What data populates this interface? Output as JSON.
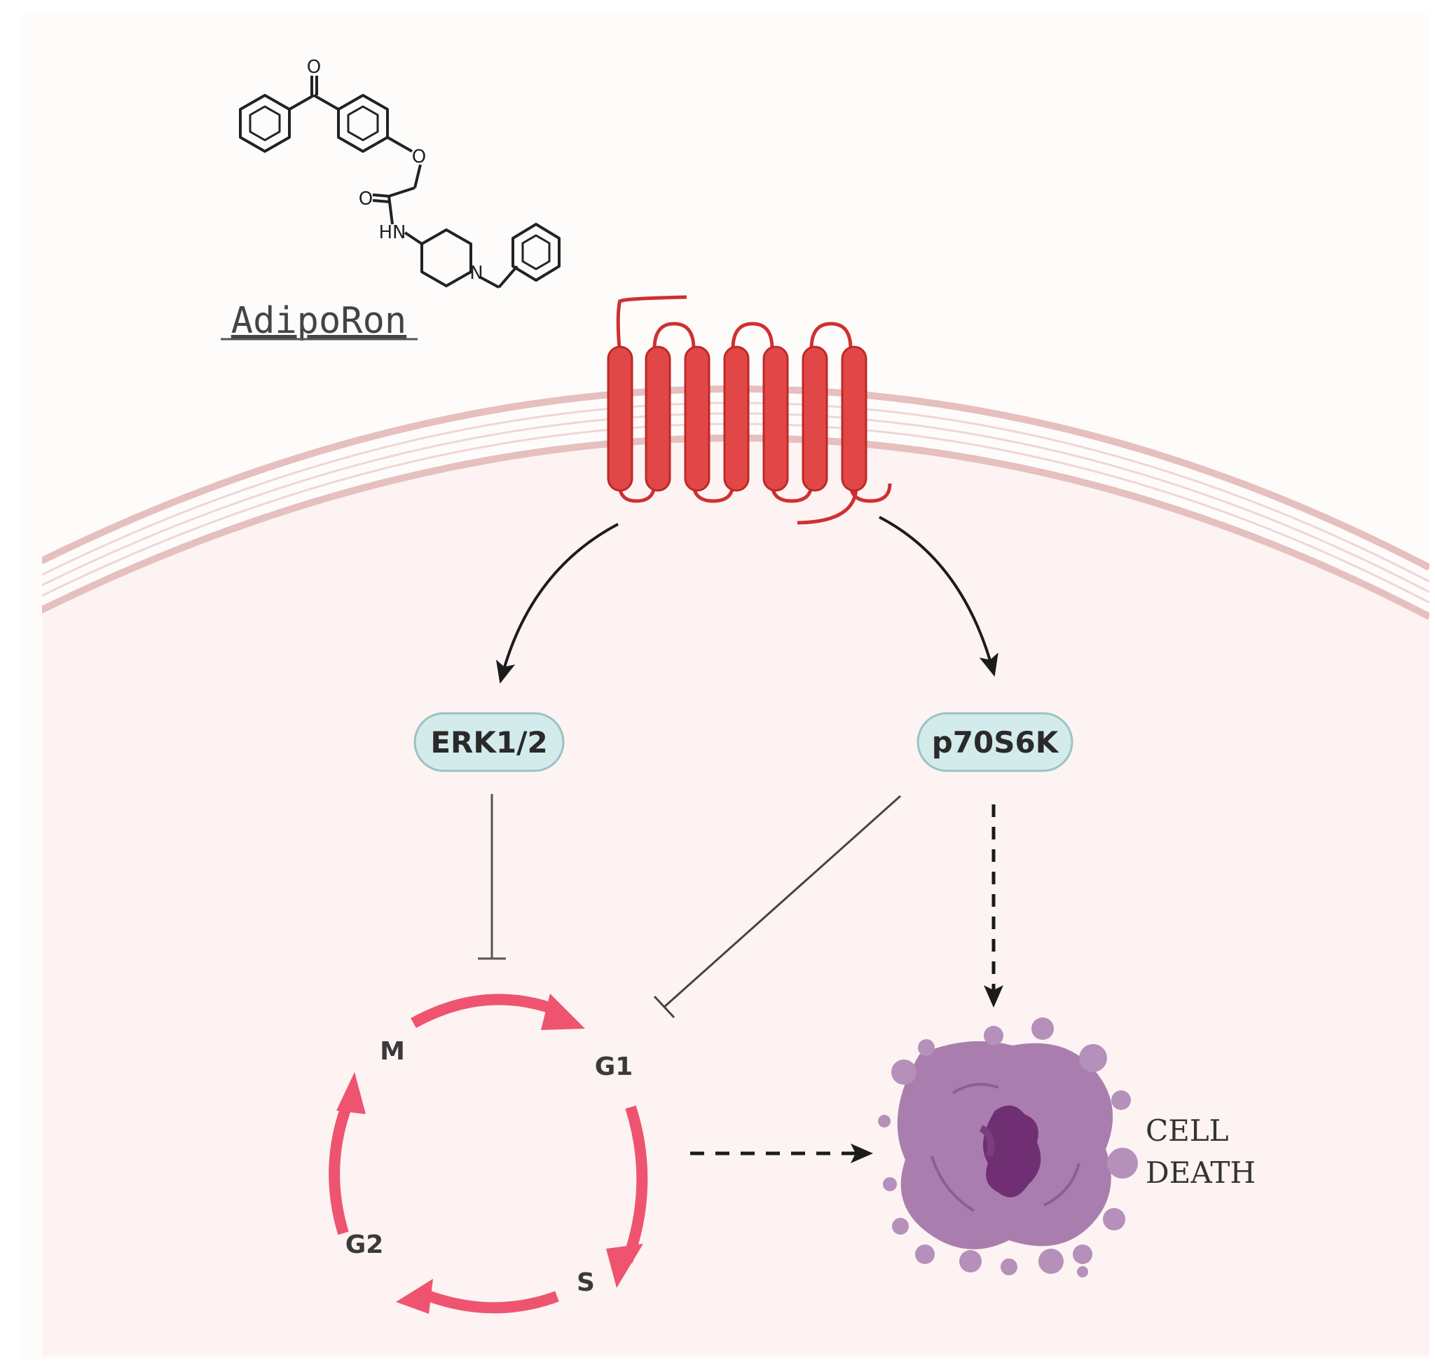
{
  "compound": {
    "name": "AdipoRon",
    "atom_labels": {
      "ketone_oxygen": "O",
      "ether_oxygen": "O",
      "amide_oxygen": "O",
      "amide_nitrogen": "HN",
      "piperidine_nitrogen": "N"
    }
  },
  "nodes": {
    "erk": "ERK1/2",
    "p70": "p70S6K"
  },
  "cell_cycle": {
    "phases": {
      "m": "M",
      "g1": "G1",
      "s": "S",
      "g2": "G2"
    }
  },
  "outcome": {
    "line1": "CELL",
    "line2": "DEATH"
  },
  "colors": {
    "receptor": "#d93a3a",
    "membrane": "#e7c2c2",
    "cytoplasm": "#fcf4f3",
    "cycle_arrows": "#ee5470",
    "node_fill": "#d4ebeb",
    "dead_cell": "#a77aad"
  }
}
